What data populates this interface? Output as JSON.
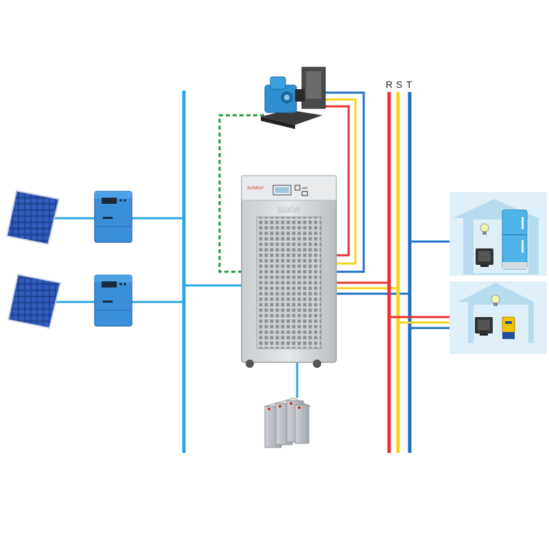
{
  "inverter": {
    "rating_label": "50KW",
    "brand_mark": "SUNRAY"
  },
  "phase_labels": {
    "r": "R",
    "s": "S",
    "t": "T"
  },
  "colors": {
    "dc_bus": "#2aa8e0",
    "phase_r": "#e8312f",
    "phase_s": "#f5d31a",
    "phase_t": "#1f6fc1",
    "generator_control": "#1f9a3c",
    "house_bg": "#dff0f8",
    "house_roof": "#b7dcf0"
  }
}
